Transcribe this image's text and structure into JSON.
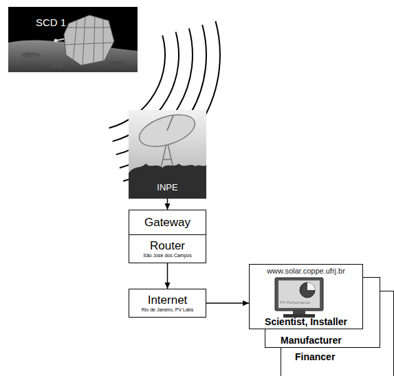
{
  "diagram": {
    "nodes": [
      {
        "text": [
          "SCD 1"
        ]
      },
      {
        "text": [
          "INPE"
        ]
      },
      {
        "text": [
          "Gateway"
        ]
      },
      {
        "text": [
          "Router",
          "São José dos Campos"
        ]
      },
      {
        "text": [
          "Internet",
          "Rio de Janeiro, PV Labs"
        ]
      },
      {
        "text": [
          "www.solar.coppe.ufrj.br",
          "Scientist, Installer"
        ]
      },
      {
        "text": [
          "Manufacturer"
        ]
      },
      {
        "text": [
          "Financer"
        ]
      }
    ],
    "edges": [
      {
        "from": 1,
        "to": 2,
        "arrow": "to"
      },
      {
        "from": 3,
        "to": 4,
        "arrow": "to"
      },
      {
        "from": 4,
        "to": 5,
        "arrow": "to"
      }
    ],
    "labels": [
      "PV Performance"
    ]
  }
}
